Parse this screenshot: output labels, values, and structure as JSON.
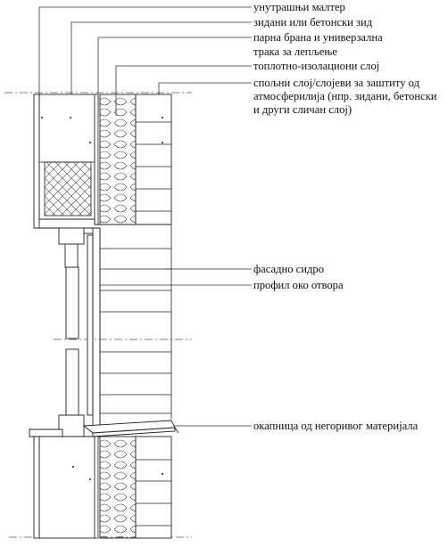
{
  "title": "",
  "labels": {
    "inner_plaster": "унутрашњи малтер",
    "masonry_wall": "зидани или бетонски зид",
    "vapor_barrier_line1": "парна брана и универзална",
    "vapor_barrier_line2": "трака за лепљење",
    "insulation": "топлотно-изолациони слој",
    "outer_layer_line1": "спољни слој/слојеви за заштиту од",
    "outer_layer_line2": "атмосферилија (нпр. зидани, бетонски",
    "outer_layer_line3": "и други сличан слој)",
    "facade_anchor": "фасадно сидро",
    "opening_profile": "профил око отвора",
    "drip_sill": "окапница од негоривог материјала"
  }
}
